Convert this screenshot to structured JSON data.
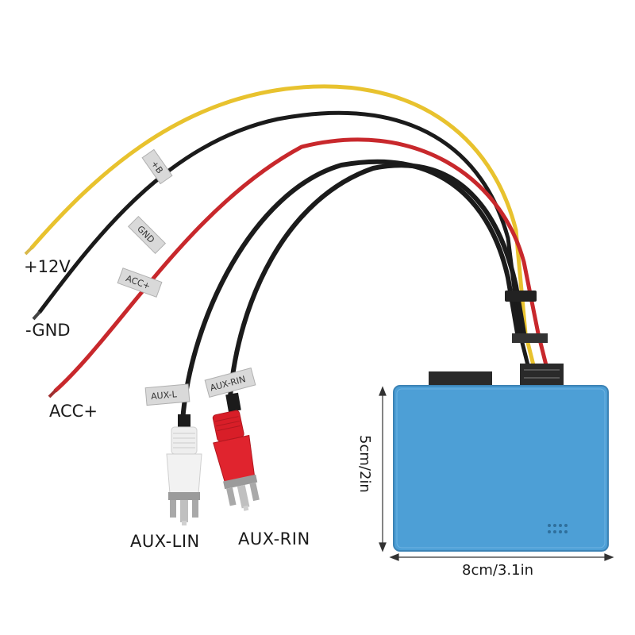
{
  "wire_labels": {
    "plus_12v": "+12V",
    "gnd": "-GND",
    "acc": "ACC+"
  },
  "wire_tags": {
    "b_plus": "+B",
    "gnd": "GND",
    "acc": "ACC+",
    "aux_l": "AUX-L",
    "aux_rin": "AUX-RIN"
  },
  "plug_labels": {
    "aux_lin": "AUX-LIN",
    "aux_rin": "AUX-RIN"
  },
  "dimensions": {
    "height": "5cm/2in",
    "width": "8cm/3.1in"
  },
  "colors": {
    "module_blue": "#4d9fd6",
    "wire_yellow": "#e8c22e",
    "wire_black": "#1b1b1b",
    "wire_red": "#c8282c",
    "plug_white": "#eeeeee",
    "plug_red": "#d81e28",
    "plug_metal": "#a9a9a9"
  },
  "icons": {
    "module_box": "blue-module-box-icon",
    "rca_white": "white-rca-plug-icon",
    "rca_red": "red-rca-plug-icon"
  }
}
